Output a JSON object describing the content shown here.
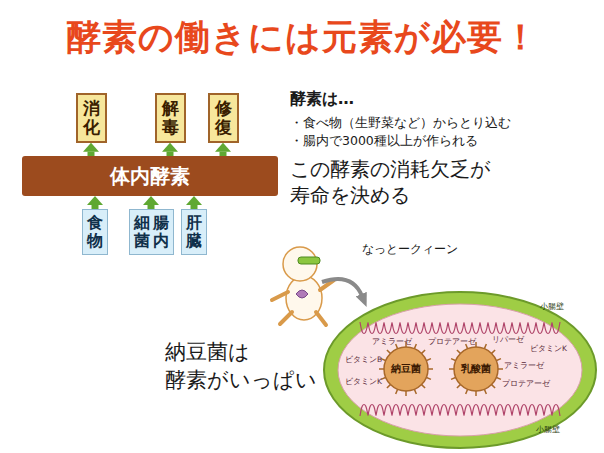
{
  "diagram": {
    "title": "酵素の働きには元素が必要！",
    "nodes": [
      {
        "text": [
          "消化"
        ]
      },
      {
        "text": [
          "解毒"
        ]
      },
      {
        "text": [
          "修復"
        ]
      },
      {
        "text": [
          "体内酵素"
        ]
      },
      {
        "text": [
          "食物"
        ]
      },
      {
        "text": [
          "腸内",
          "細菌"
        ]
      },
      {
        "text": [
          "肝臓"
        ]
      },
      {
        "text": [
          "納豆菌"
        ]
      },
      {
        "text": [
          "乳酸菌"
        ]
      }
    ],
    "edges": [
      {
        "from": 3,
        "to": 0,
        "arrow": "to"
      },
      {
        "from": 3,
        "to": 1,
        "arrow": "to"
      },
      {
        "from": 3,
        "to": 2,
        "arrow": "to"
      },
      {
        "from": 4,
        "to": 3,
        "arrow": "to"
      },
      {
        "from": 5,
        "to": 3,
        "arrow": "to"
      },
      {
        "from": 6,
        "to": 3,
        "arrow": "to"
      }
    ],
    "labels": [
      "酵素は…",
      "・食べ物（生野菜など）からとり込む",
      "・腸内で3000種以上が作られる",
      "この酵素の消耗欠乏が",
      "寿命を決める",
      "なっとークィーン",
      "納豆菌は",
      "酵素がいっぱい",
      "小腸壁",
      "小腸壁",
      "アミラーゼ",
      "プロテアーゼ",
      "リパーゼ",
      "ビタミンB",
      "ビタミンK",
      "ビタミンK",
      "アミラーゼ",
      "プロテアーゼ"
    ]
  }
}
